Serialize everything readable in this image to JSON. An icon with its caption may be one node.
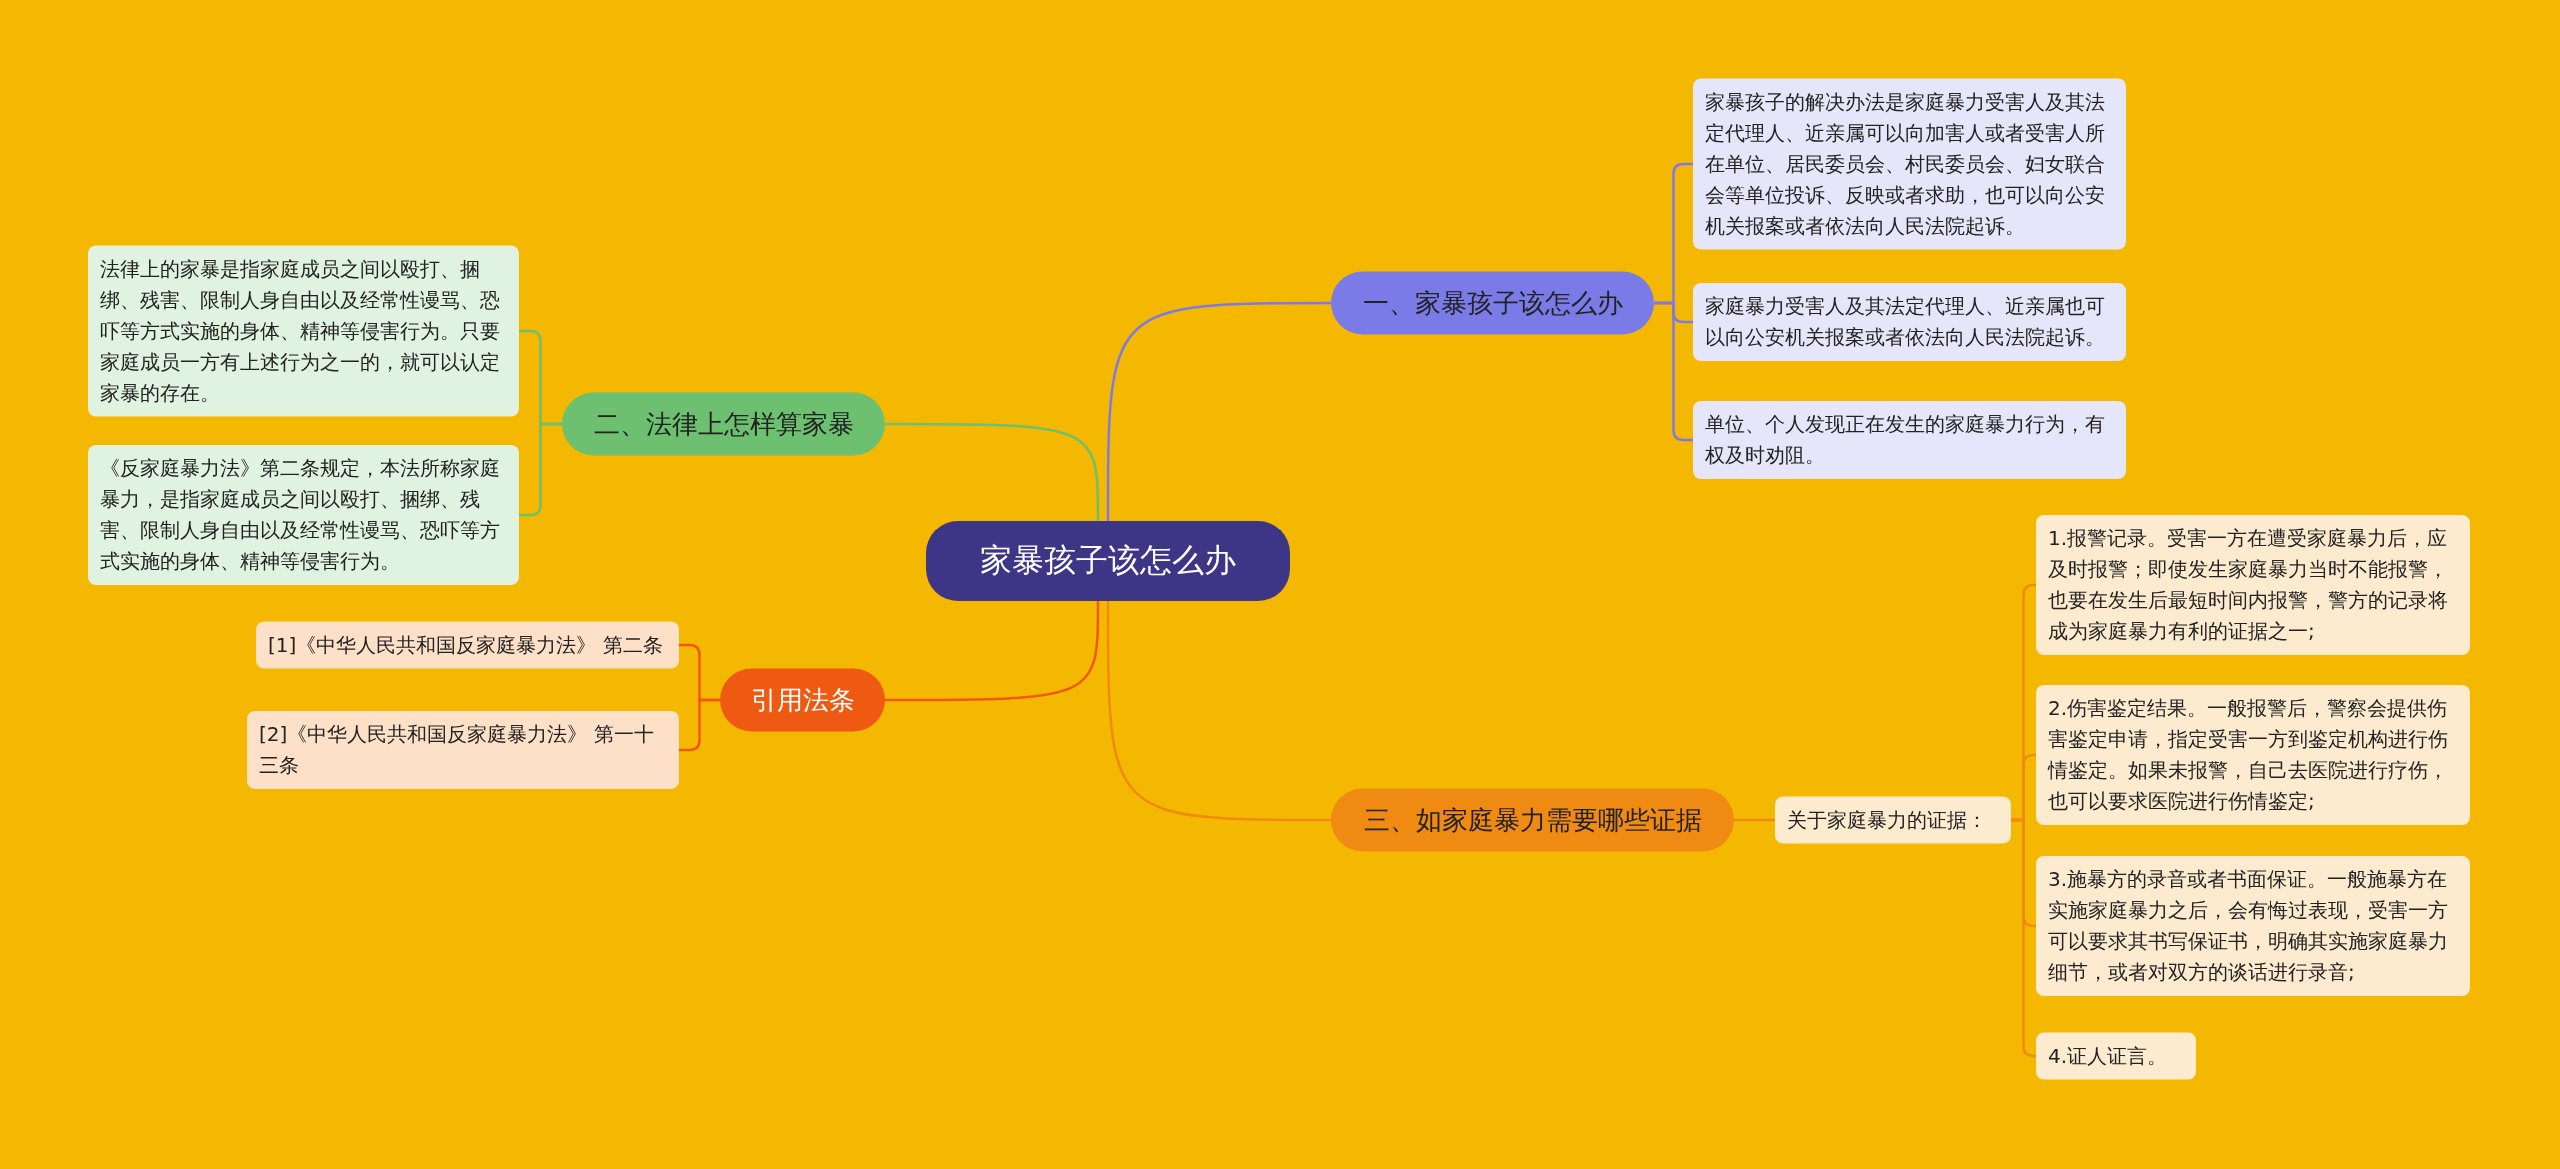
{
  "diagram": {
    "nodes": [
      {
        "text": [
          "家暴孩子该怎么办"
        ]
      },
      {
        "text": [
          "一、家暴孩子该怎么办"
        ]
      },
      {
        "text": [
          "家暴孩子的解决办法是家庭暴力受害人及其法定代理人、近亲属可以向加害人或者受害人所在单位、居民委员会、村民委员会、妇女联合会等单位投诉、反映或者求助，也可以向公安机关报案或者依法向人民法院起诉。"
        ]
      },
      {
        "text": [
          "家庭暴力受害人及其法定代理人、近亲属也可以向公安机关报案或者依法向人民法院起诉。"
        ]
      },
      {
        "text": [
          "单位、个人发现正在发生的家庭暴力行为，有权及时劝阻。"
        ]
      },
      {
        "text": [
          "二、法律上怎样算家暴"
        ]
      },
      {
        "text": [
          "法律上的家暴是指家庭成员之间以殴打、捆绑、残害、限制人身自由以及经常性谩骂、恐吓等方式实施的身体、精神等侵害行为。只要家庭成员一方有上述行为之一的，就可以认定家暴的存在。"
        ]
      },
      {
        "text": [
          "《反家庭暴力法》第二条规定，本法所称家庭暴力，是指家庭成员之间以殴打、捆绑、残害、限制人身自由以及经常性谩骂、恐吓等方式实施的身体、精神等侵害行为。"
        ]
      },
      {
        "text": [
          "引用法条"
        ]
      },
      {
        "text": [
          "[1]《中华人民共和国反家庭暴力法》 第二条"
        ]
      },
      {
        "text": [
          "[2]《中华人民共和国反家庭暴力法》 第一十三条"
        ]
      },
      {
        "text": [
          "三、如家庭暴力需要哪些证据"
        ]
      },
      {
        "text": [
          "关于家庭暴力的证据："
        ]
      },
      {
        "text": [
          "1.报警记录。受害一方在遭受家庭暴力后，应及时报警；即使发生家庭暴力当时不能报警，也要在发生后最短时间内报警，警方的记录将成为家庭暴力有利的证据之一;"
        ]
      },
      {
        "text": [
          "2.伤害鉴定结果。一般报警后，警察会提供伤害鉴定申请，指定受害一方到鉴定机构进行伤情鉴定。如果未报警，自己去医院进行疗伤，也可以要求医院进行伤情鉴定;"
        ]
      },
      {
        "text": [
          "3.施暴方的录音或者书面保证。一般施暴方在实施家庭暴力之后，会有悔过表现，受害一方可以要求其书写保证书，明确其实施家庭暴力细节，或者对双方的谈话进行录音;"
        ]
      },
      {
        "text": [
          "4.证人证言。"
        ]
      }
    ],
    "edges": [
      {
        "from": 0,
        "to": 1,
        "arrow": "none",
        "color": "#7b7be8"
      },
      {
        "from": 1,
        "to": 2,
        "arrow": "none",
        "color": "#7b7be8"
      },
      {
        "from": 1,
        "to": 3,
        "arrow": "none",
        "color": "#7b7be8"
      },
      {
        "from": 1,
        "to": 4,
        "arrow": "none",
        "color": "#7b7be8"
      },
      {
        "from": 0,
        "to": 5,
        "arrow": "none",
        "color": "#6cc070"
      },
      {
        "from": 5,
        "to": 6,
        "arrow": "none",
        "color": "#6cc070"
      },
      {
        "from": 5,
        "to": 7,
        "arrow": "none",
        "color": "#6cc070"
      },
      {
        "from": 0,
        "to": 8,
        "arrow": "none",
        "color": "#ee5a12"
      },
      {
        "from": 8,
        "to": 9,
        "arrow": "none",
        "color": "#ee5a12"
      },
      {
        "from": 8,
        "to": 10,
        "arrow": "none",
        "color": "#ee5a12"
      },
      {
        "from": 0,
        "to": 11,
        "arrow": "none",
        "color": "#ef8a12"
      },
      {
        "from": 11,
        "to": 12,
        "arrow": "none",
        "color": "#ef8a12"
      },
      {
        "from": 12,
        "to": 13,
        "arrow": "none",
        "color": "#ef8a12"
      },
      {
        "from": 12,
        "to": 14,
        "arrow": "none",
        "color": "#ef8a12"
      },
      {
        "from": 12,
        "to": 15,
        "arrow": "none",
        "color": "#ef8a12"
      },
      {
        "from": 12,
        "to": 16,
        "arrow": "none",
        "color": "#ef8a12"
      }
    ]
  }
}
